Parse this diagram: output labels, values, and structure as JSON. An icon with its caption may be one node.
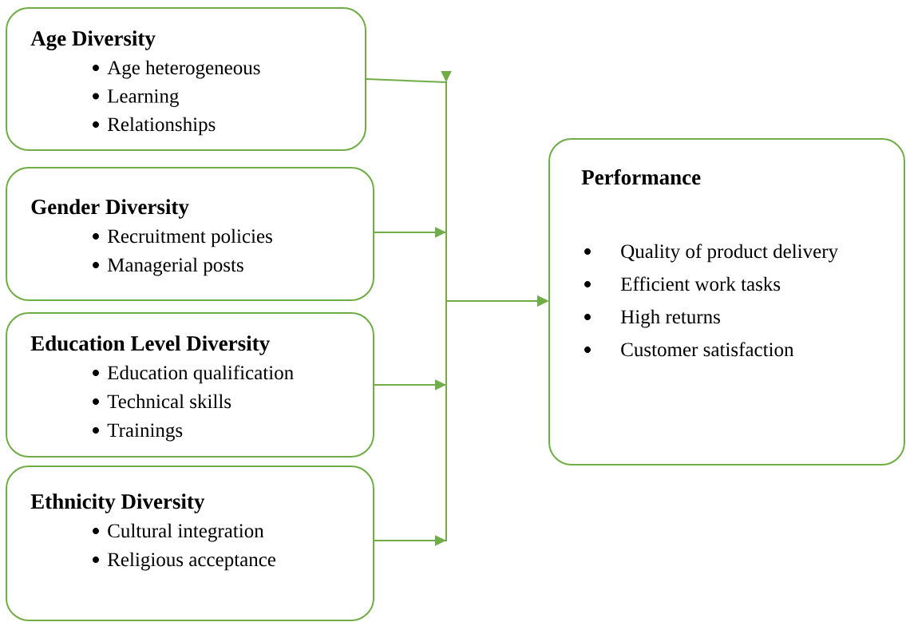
{
  "diagram": {
    "nodes": [
      {
        "text": [
          "Age Diversity",
          "Age heterogeneous",
          "Learning",
          "Relationships"
        ]
      },
      {
        "text": [
          "Gender Diversity",
          "Recruitment policies",
          "Managerial posts"
        ]
      },
      {
        "text": [
          "Education Level Diversity",
          "Education qualification",
          "Technical skills",
          "Trainings"
        ]
      },
      {
        "text": [
          "Ethnicity Diversity",
          "Cultural integration",
          "Religious acceptance"
        ]
      },
      {
        "text": [
          "Performance",
          "Quality of product delivery",
          "Efficient work tasks",
          "High returns",
          "Customer satisfaction"
        ]
      }
    ],
    "edges": [
      {
        "from": 0,
        "to": 4,
        "arrow": "to"
      },
      {
        "from": 1,
        "to": 4,
        "arrow": "to"
      },
      {
        "from": 2,
        "to": 4,
        "arrow": "to"
      },
      {
        "from": 3,
        "to": 4,
        "arrow": "to"
      }
    ]
  }
}
